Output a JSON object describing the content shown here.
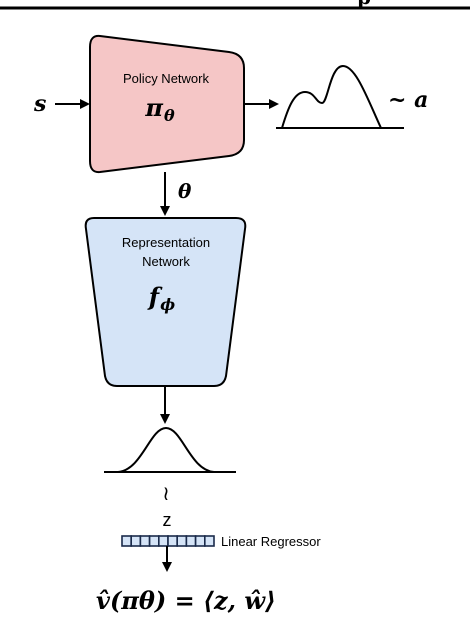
{
  "header": {
    "clipped_text": "p"
  },
  "policy_network": {
    "title": "Policy Network",
    "symbol": "π",
    "symbol_subscript": "θ",
    "fill_color": "#f5c6c6"
  },
  "input_label": "s",
  "output_label": "~ a",
  "parameter_label": "θ",
  "representation_network": {
    "title_line1": "Representation",
    "title_line2": "Network",
    "symbol": "f",
    "symbol_subscript": "ϕ",
    "fill_color": "#d5e4f7"
  },
  "tilde_symbol": "≀",
  "latent_label": "z",
  "regressor_label": "Linear Regressor",
  "equation": "v̂(πθ) = ⟨z, ŵ⟩"
}
